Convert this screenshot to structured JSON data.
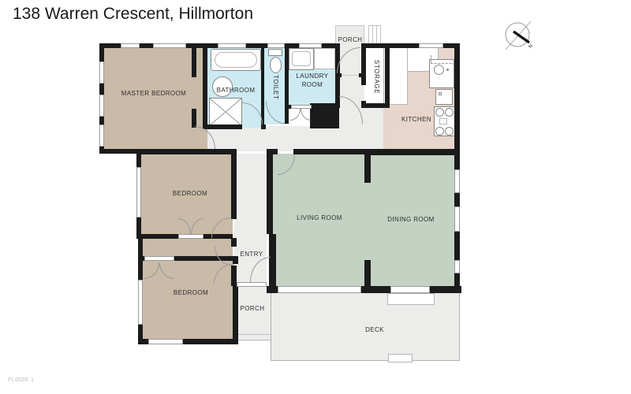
{
  "page": {
    "title": "138 Warren Crescent, Hillmorton",
    "floor_label": "FLOOR 1"
  },
  "compass": {
    "north_label": "N"
  },
  "rooms": {
    "master_bedroom": {
      "label": "MASTER BEDROOM"
    },
    "bathroom": {
      "label": "BATHROOM"
    },
    "toilet": {
      "label": "TOILET"
    },
    "laundry": {
      "label": "LAUNDRY ROOM"
    },
    "porch_top": {
      "label": "PORCH"
    },
    "storage": {
      "label": "STORAGE"
    },
    "kitchen": {
      "label": "KITCHEN"
    },
    "living": {
      "label": "LIVING ROOM"
    },
    "dining": {
      "label": "DINING ROOM"
    },
    "bedroom_mid": {
      "label": "BEDROOM"
    },
    "bedroom_bottom": {
      "label": "BEDROOM"
    },
    "entry": {
      "label": "ENTRY"
    },
    "porch_bottom": {
      "label": "PORCH"
    },
    "deck": {
      "label": "DECK"
    }
  },
  "colors": {
    "wall": "#1b1b1b",
    "bedroom_fill": "#c9bba8",
    "wet_room_fill": "#cdeaf2",
    "kitchen_fill": "#e8d5cc",
    "living_fill": "#c3d2c3",
    "outdoor_fill": "#ececea"
  }
}
